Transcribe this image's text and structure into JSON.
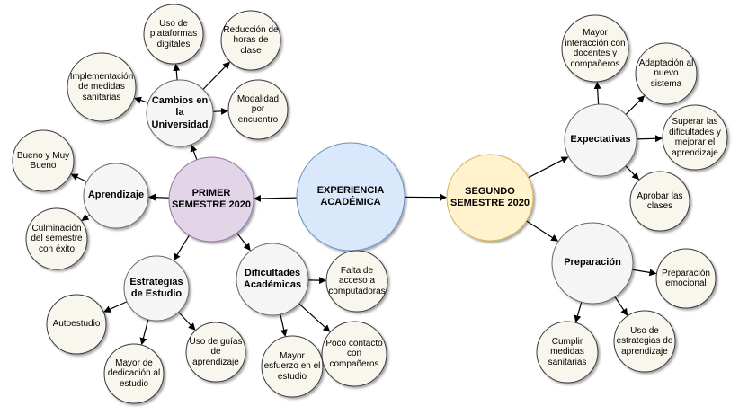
{
  "diagram": {
    "nodes": {
      "center": "EXPERIENCIA\nACADÉMICA",
      "primer": "PRIMER\nSEMESTRE 2020",
      "segundo": "SEGUNDO\nSEMESTRE 2020",
      "cambios": "Cambios en\nla\nUniversidad",
      "aprendizaje": "Aprendizaje",
      "estrategias": "Estrategias\nde Estudio",
      "dificultades": "Dificultades\nAcadémicas",
      "expectativas": "Expectativas",
      "preparacion": "Preparación",
      "plataformas": "Uso de\nplataformas\ndigitales",
      "reduccion": "Reducción de\nhoras de\nclase",
      "medidas": "Implementación\nde medidas\nsanitarias",
      "modalidad": "Modalidad por\nencuentro",
      "bueno": "Bueno y Muy\nBueno",
      "culminacion": "Culminación\ndel semestre\ncon éxito",
      "autoestudio": "Autoestudio",
      "dedicacion": "Mayor de\ndedicación al\nestudio",
      "guias": "Uso de guías\nde\naprendizaje",
      "computadoras": "Falta de\nacceso a\ncomputadoras",
      "esfuerzo": "Mayor\nesfuerzo en el\nestudio",
      "contacto": "Poco contacto\ncon\ncompañeros",
      "interaccion": "Mayor\ninteracción con\ndocentes y\ncompañeros",
      "adaptacion": "Adaptación al\nnuevo sistema",
      "dificultades_sup": "Superar las\ndificultades y\nmejorar el\naprendizaje",
      "aprobar": "Aprobar las\nclases",
      "emocional": "Preparación\nemocional",
      "cumplir": "Cumplir\nmedidas\nsanitarias",
      "estrategias_apr": "Uso de\nestrategias de\naprendizaje"
    },
    "colors": {
      "center_fill": "#dae8fc",
      "center_stroke": "#6c8ebf",
      "primer_fill": "#e1d5e7",
      "primer_stroke": "#9673a6",
      "segundo_fill": "#fff2cc",
      "segundo_stroke": "#d6b656",
      "branch_fill": "#f5f5f5",
      "branch_stroke": "#666666",
      "leaf_fill": "#f9f7ed",
      "leaf_stroke": "#36393d"
    }
  }
}
